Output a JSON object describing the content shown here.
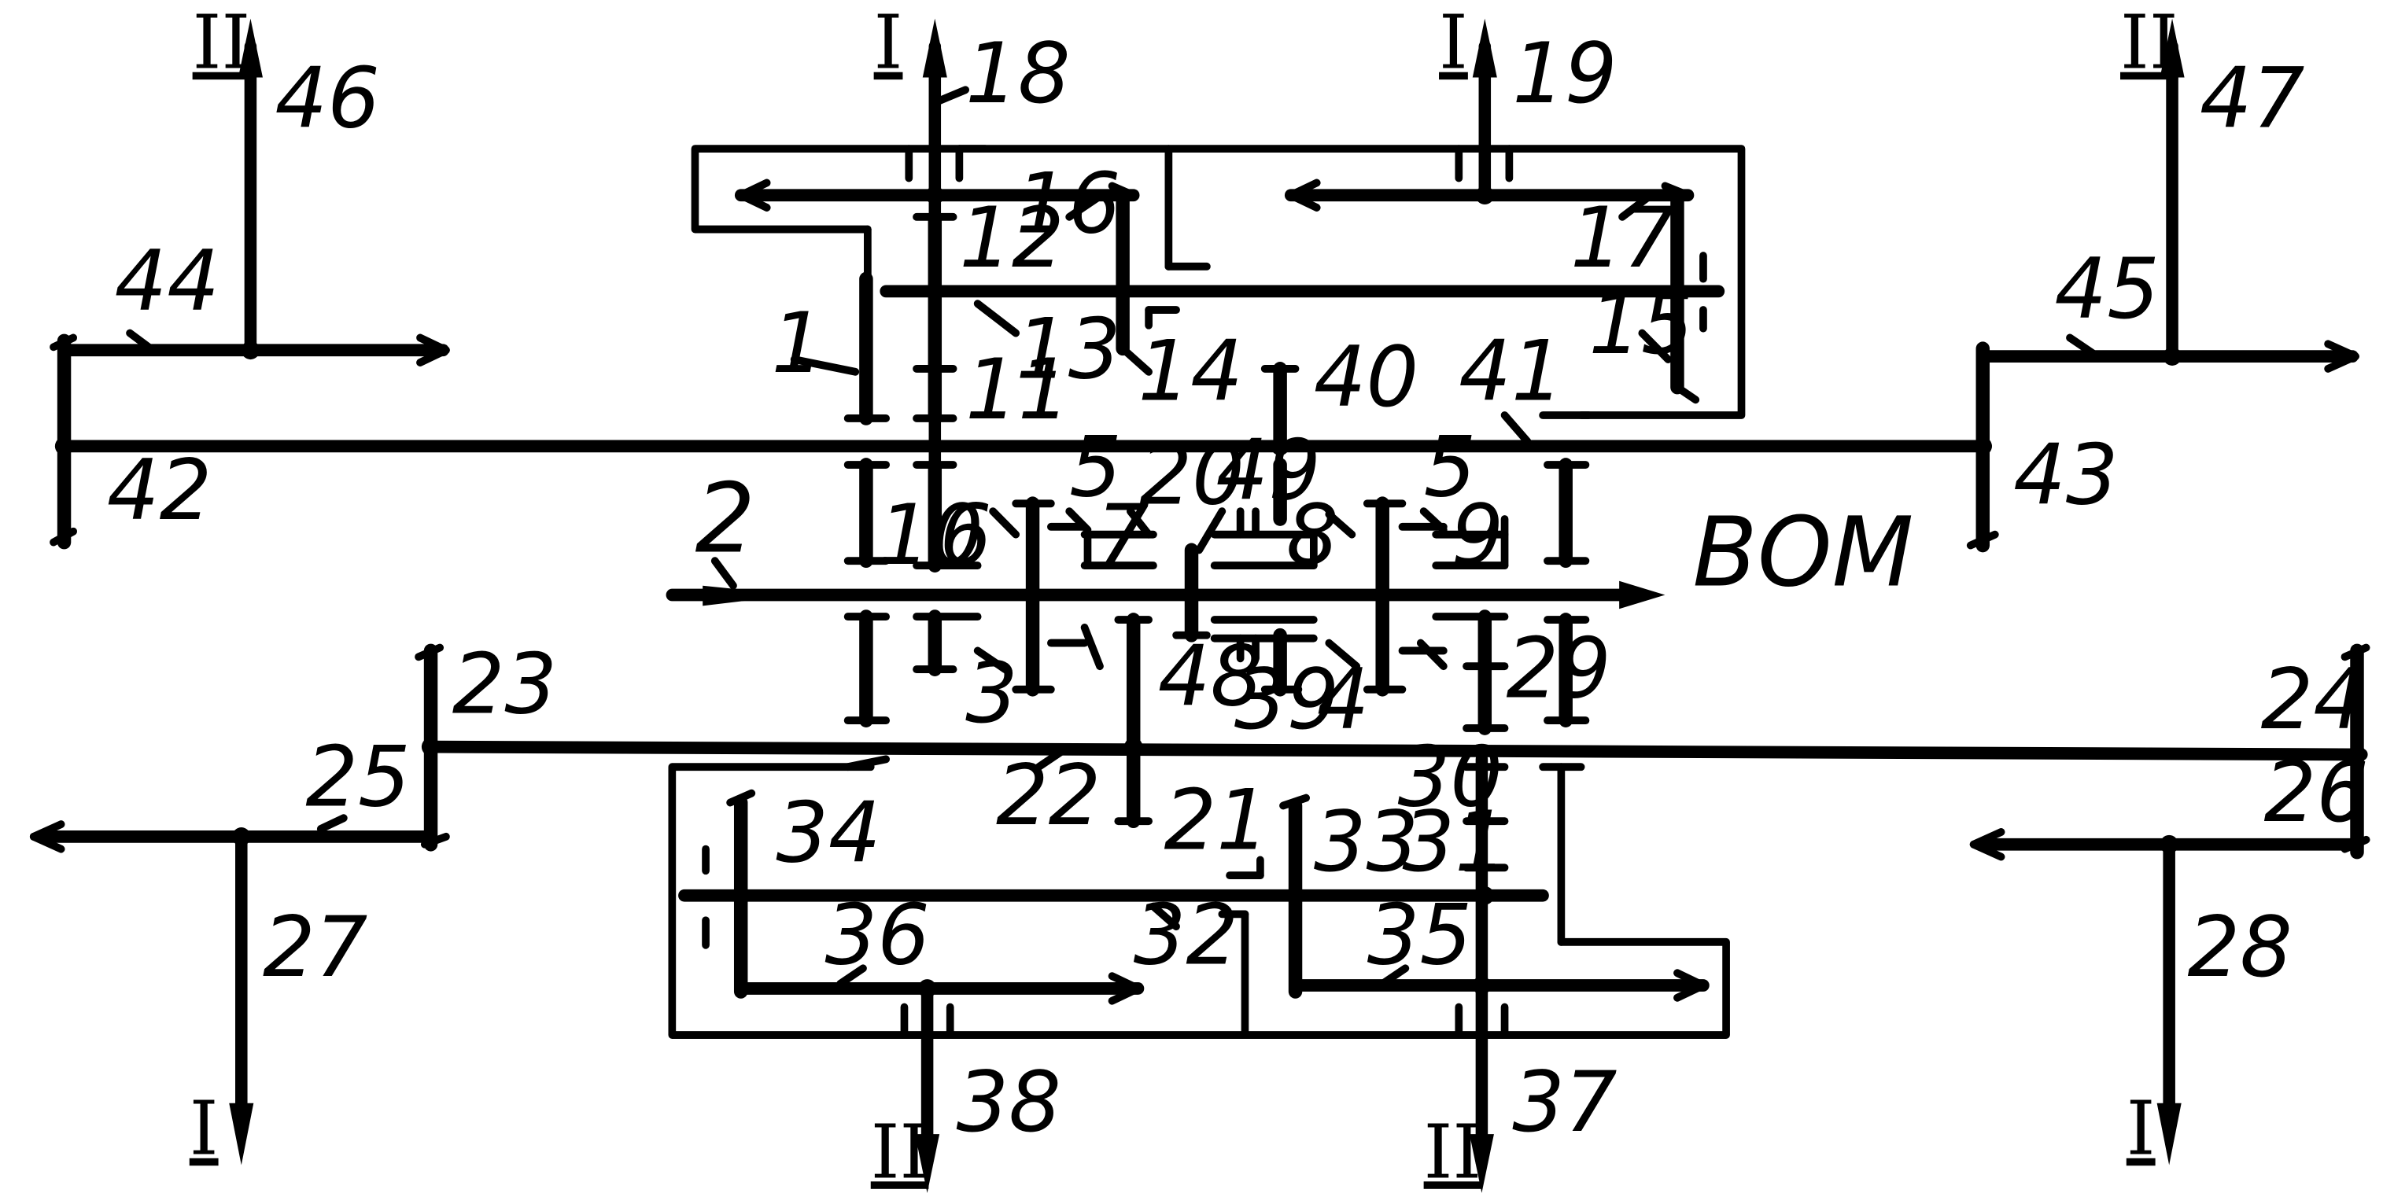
{
  "labels": {
    "l1": "1",
    "l2": "2",
    "l3": "3",
    "l4": "4",
    "l5a": "5",
    "l5b": "5",
    "l6": "6",
    "l7": "7",
    "l8": "8",
    "l9": "9",
    "l10": "10",
    "l11": "11",
    "l12": "12",
    "l13": "13",
    "l14": "14",
    "l15": "15",
    "l16": "16",
    "l17": "17",
    "l18": "18",
    "l19": "19",
    "l20": "20",
    "l21": "21",
    "l22": "22",
    "l23": "23",
    "l24": "24",
    "l25": "25",
    "l26": "26",
    "l27": "27",
    "l28": "28",
    "l29": "29",
    "l30": "30",
    "l31": "31",
    "l32": "32",
    "l33": "33",
    "l34": "34",
    "l35": "35",
    "l36": "36",
    "l37": "37",
    "l38": "38",
    "l39": "39",
    "l40": "40",
    "l41": "41",
    "l42": "42",
    "l43": "43",
    "l44": "44",
    "l45": "45",
    "l46": "46",
    "l47": "47",
    "l48": "48",
    "l49": "49",
    "vom": "ВОМ"
  },
  "roman": {
    "axle_I": "I",
    "axle_II": "II"
  }
}
